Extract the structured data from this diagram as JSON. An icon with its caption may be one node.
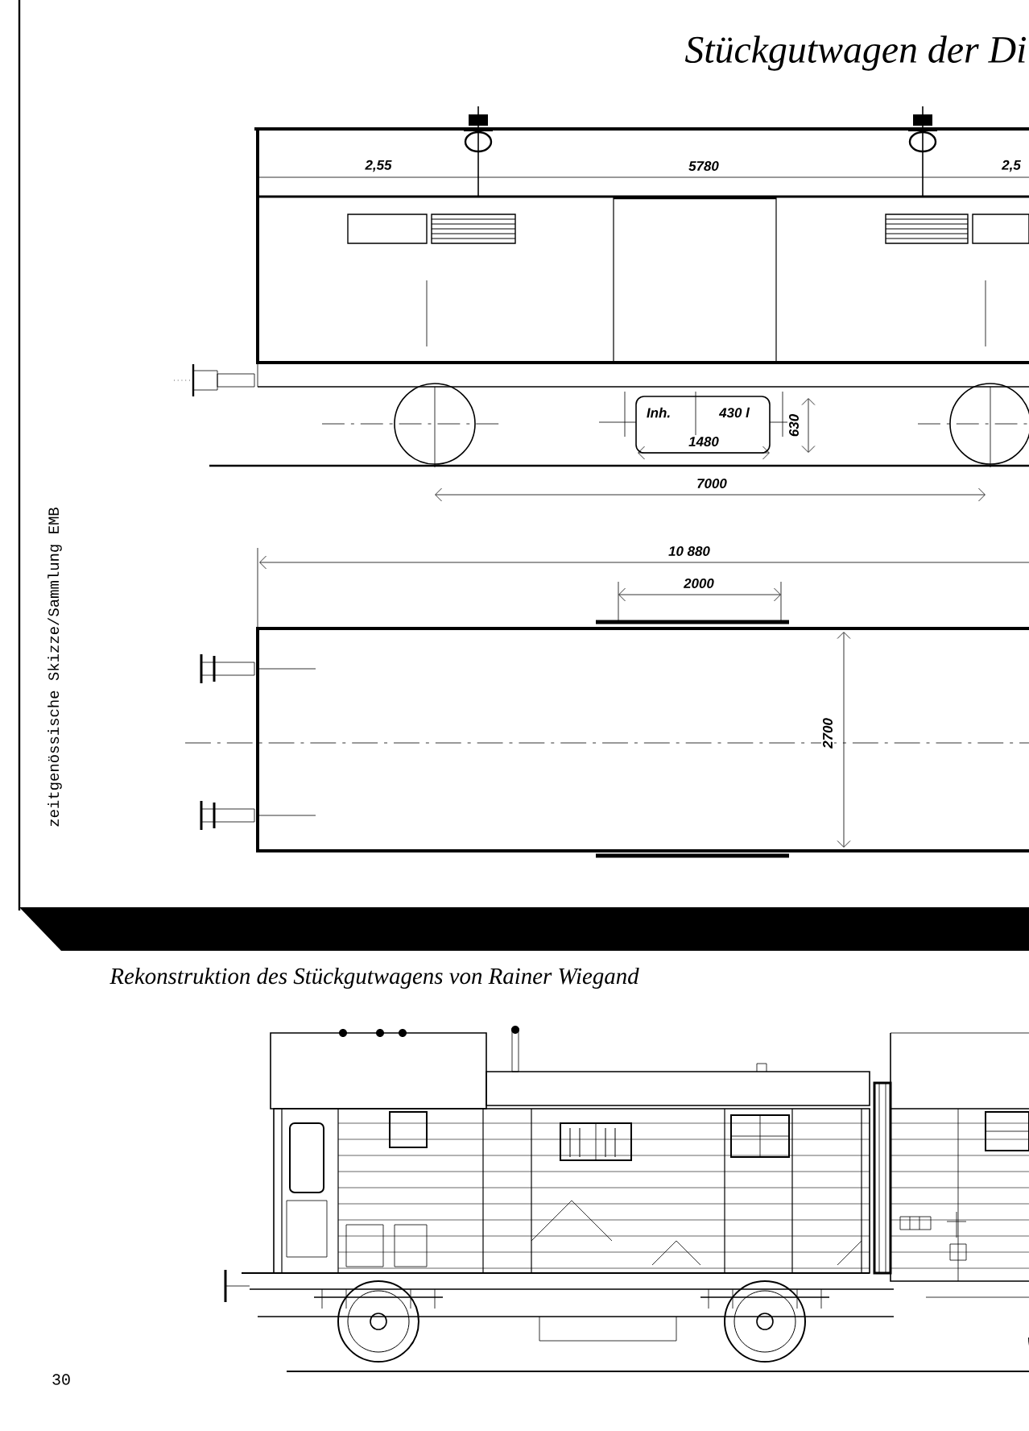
{
  "diagram": {
    "title": "Stückgutwagen der Di",
    "caption": "Rekonstruktion des Stückgutwagens von Rainer Wiegand",
    "labels": [
      "2,55",
      "5780",
      "2,5",
      "Inh.",
      "430 l",
      "630",
      "1480",
      "7000",
      "10 880",
      "2000",
      "2700",
      "zeitgenössische Skizze/Sammlung EMB",
      "30"
    ]
  }
}
